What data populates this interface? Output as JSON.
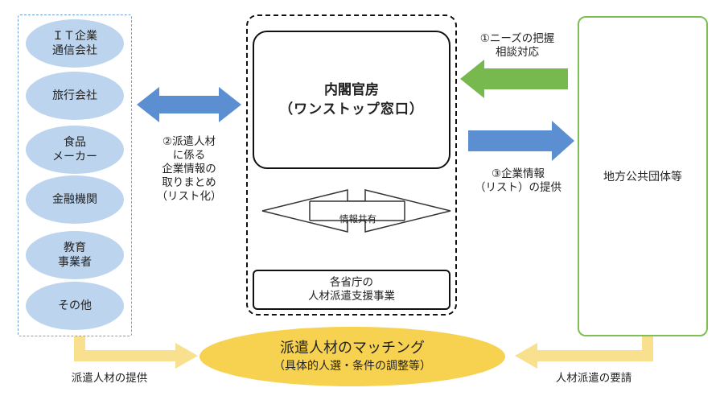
{
  "companies": [
    {
      "label": "ＩＴ企業\n通信会社"
    },
    {
      "label": "旅行会社"
    },
    {
      "label": "食品\nメーカー"
    },
    {
      "label": "金融機関"
    },
    {
      "label": "教育\n事業者"
    },
    {
      "label": "その他"
    }
  ],
  "cabinet_office": {
    "title": "内閣官房",
    "subtitle": "（ワンストップ窓口）"
  },
  "info_share": "情報共有",
  "ministries": "各省庁の\n人材派遣支援事業",
  "local_gov": "地方公共団体等",
  "steps": {
    "step1": "①ニーズの把握\n相談対応",
    "step2": "②派遣人材\nに係る\n企業情報の\n取りまとめ\n（リスト化）",
    "step3": "③企業情報\n（リスト）の提供"
  },
  "matching": {
    "title": "派遣人材のマッチング",
    "subtitle": "（具体的人選・条件の調整等）"
  },
  "provide_label": "派遣人材の提供",
  "request_label": "人材派遣の要請",
  "colors": {
    "blue_arrow": "#5b8fd1",
    "green_arrow": "#77b94e",
    "yellow_arrow": "#f9e08e",
    "company_fill": "#bcd4ee",
    "matching_fill": "#f7d250",
    "local_border": "#7dbf55"
  }
}
